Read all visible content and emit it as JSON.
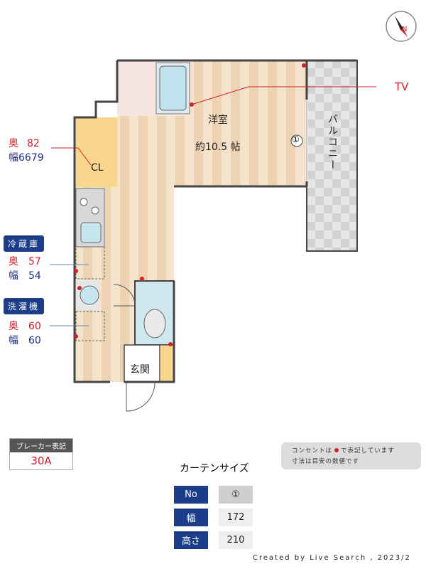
{
  "compass": {
    "label": "N"
  },
  "rooms": {
    "western_room": "洋室",
    "western_room_size": "約10.5 帖",
    "closet": "CL",
    "balcony": "バルコニー",
    "entrance": "玄関",
    "tv": "TV",
    "window_marker": "①"
  },
  "closet_dims": {
    "depth_label": "奥",
    "depth": "82",
    "width_label": "幅",
    "width": "6679"
  },
  "fridge": {
    "tag": "冷蔵庫",
    "depth_label": "奥",
    "depth": "57",
    "width_label": "幅",
    "width": "54"
  },
  "washer": {
    "tag": "洗濯機",
    "depth_label": "奥",
    "depth": "60",
    "width_label": "幅",
    "width": "60"
  },
  "breaker": {
    "title": "ブレーカー表記",
    "value": "30A"
  },
  "notes": {
    "line1_pre": "コンセントは",
    "line1_post": "で表記しています",
    "line2": "寸法は目安の数値です"
  },
  "curtain": {
    "title": "カーテンサイズ",
    "rows": [
      {
        "header": "No",
        "value": "①"
      },
      {
        "header": "幅",
        "value": "172"
      },
      {
        "header": "高さ",
        "value": "210"
      }
    ]
  },
  "footer": "Created by Live Search , 2023/2",
  "colors": {
    "accent_blue": "#1c3d8a",
    "red": "#d0202a",
    "floor": "#f3dfc6"
  }
}
